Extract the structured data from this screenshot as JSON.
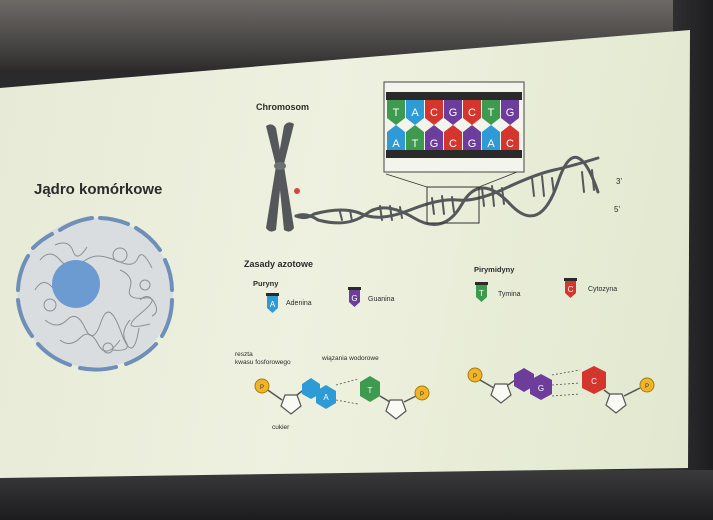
{
  "slide": {
    "nucleus_title": "Jądro komórkowe",
    "chromosome_label": "Chromosom",
    "strand_top": "3'",
    "strand_bottom": "5'",
    "strip_top_letters": [
      "T",
      "A",
      "C",
      "G",
      "C",
      "T",
      "G"
    ],
    "strip_bottom_letters": [
      "A",
      "T",
      "G",
      "C",
      "G",
      "A",
      "C"
    ],
    "bases_title": "Zasady azotowe",
    "purines_title": "Puryny",
    "pyrimidines_title": "Pirymidyny",
    "adenine": "Adenina",
    "guanine": "Guanina",
    "thymine": "Tymina",
    "cytosine": "Cytozyna",
    "letter_a": "A",
    "letter_g": "G",
    "letter_t": "T",
    "letter_c": "C",
    "phosphate_label_1": "reszta",
    "phosphate_label_2": "kwasu fosforowego",
    "hbond_label": "wiązania wodorowe",
    "sugar_label": "cukier",
    "phosphate_symbol": "P"
  },
  "colors": {
    "adenine": "#2e9bd6",
    "guanine": "#6d3d9c",
    "thymine": "#3d9a4e",
    "cytosine": "#d4362e",
    "phosphate": "#f0b429",
    "nucleus": "#6b9bd1",
    "membrane": "#6f8fb8",
    "helix": "#55585a"
  }
}
